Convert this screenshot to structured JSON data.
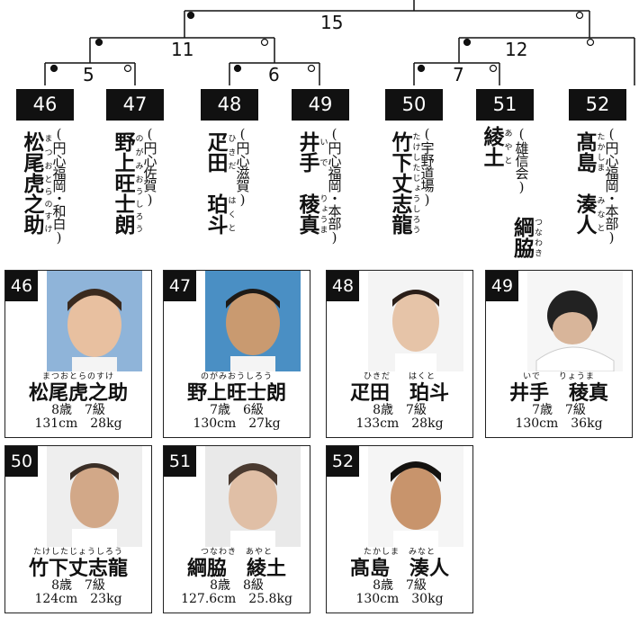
{
  "bracket": {
    "bouts": [
      "15",
      "11",
      "12",
      "5",
      "6",
      "7"
    ]
  },
  "competitors": [
    {
      "num": "46",
      "surname": "松尾",
      "given": "虎之助",
      "surname_ruby": "まつお",
      "given_ruby": "とらのすけ",
      "card_ruby": "まつおとらのすけ",
      "name_line": "松尾虎之助",
      "dojo": "(円心福岡・和白)",
      "age_kyu": "8歳　7級",
      "size": "131cm　28kg"
    },
    {
      "num": "47",
      "surname": "野上",
      "given": "旺士朗",
      "surname_ruby": "のがみ",
      "given_ruby": "おうしろう",
      "card_ruby": "のがみおうしろう",
      "name_line": "野上旺士朗",
      "dojo": "(円心佐賀)",
      "age_kyu": "7歳　6級",
      "size": "130cm　27kg"
    },
    {
      "num": "48",
      "surname": "疋田",
      "given": "珀斗",
      "surname_ruby": "ひきだ",
      "given_ruby": "はくと",
      "card_ruby": "ひきだ　　はくと",
      "name_line": "疋田　珀斗",
      "dojo": "(円心滋賀)",
      "age_kyu": "8歳　7級",
      "size": "133cm　28kg"
    },
    {
      "num": "49",
      "surname": "井手",
      "given": "稜真",
      "surname_ruby": "いで",
      "given_ruby": "りょうま",
      "card_ruby": "いで　　りょうま",
      "name_line": "井手　稜真",
      "dojo": "(円心福岡・本部)",
      "age_kyu": "7歳　7級",
      "size": "130cm　36kg"
    },
    {
      "num": "50",
      "surname": "竹下",
      "given": "丈志龍",
      "surname_ruby": "たけした",
      "given_ruby": "じょうしろう",
      "card_ruby": "たけしたじょうしろう",
      "name_line": "竹下丈志龍",
      "dojo": "(宇野道場)",
      "age_kyu": "8歳　7級",
      "size": "124cm　23kg"
    },
    {
      "num": "51",
      "surname": "綱脇",
      "given": "綾土",
      "surname_ruby": "つなわき",
      "given_ruby": "あやと",
      "card_ruby": "つなわき　あやと",
      "name_line": "綱脇　綾土",
      "dojo": "(雄信会)",
      "age_kyu": "8歳　8級",
      "size": "127.6cm　25.8kg"
    },
    {
      "num": "52",
      "surname": "髙島",
      "given": "湊人",
      "surname_ruby": "たかしま",
      "given_ruby": "みなと",
      "card_ruby": "たかしま　みなと",
      "name_line": "髙島　湊人",
      "dojo": "(円心福岡・本部)",
      "age_kyu": "8歳　7級",
      "size": "130cm　30kg"
    }
  ],
  "colors": {
    "ink": "#111111",
    "badge": "#111111",
    "photo_bg_blue": "#8fb4d9",
    "photo_bg_white": "#f2f2f2"
  }
}
